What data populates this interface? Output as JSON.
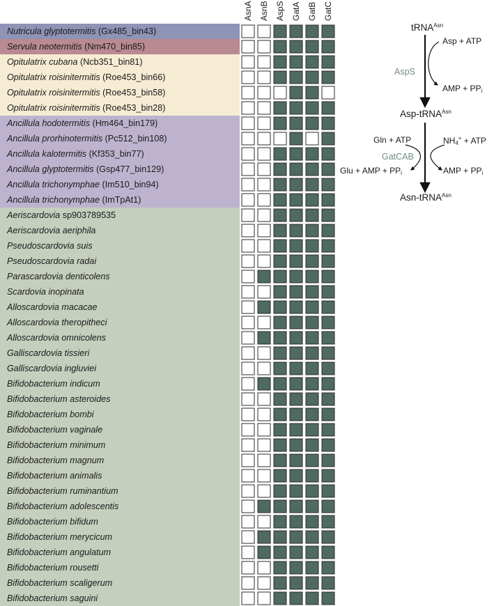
{
  "columns": [
    "AsnA",
    "AsnB",
    "AspS",
    "GatA",
    "GatB",
    "GatC"
  ],
  "colors": {
    "present": "#4f6a60",
    "absent": "#ffffff",
    "group_nutricula": "#8f93b6",
    "group_servula": "#b98a91",
    "group_opitulatrix": "#f6ecd4",
    "group_ancillula": "#bdb3cf",
    "group_bifido": "#c5cfbd"
  },
  "organisms": [
    {
      "genus": "Nutricula glyptotermitis",
      "strain": " (Gx485_bin43)",
      "group": "group_nutricula",
      "genes": [
        0,
        0,
        1,
        1,
        1,
        1
      ]
    },
    {
      "genus": "Servula neotermitis",
      "strain": " (Nm470_bin85)",
      "group": "group_servula",
      "genes": [
        0,
        0,
        1,
        1,
        1,
        1
      ]
    },
    {
      "genus": "Opitulatrix cubana",
      "strain": " (Ncb351_bin81)",
      "group": "group_opitulatrix",
      "genes": [
        0,
        0,
        1,
        1,
        1,
        1
      ]
    },
    {
      "genus": "Opitulatrix roisinitermitis",
      "strain": " (Roe453_bin66)",
      "group": "group_opitulatrix",
      "genes": [
        0,
        0,
        1,
        1,
        1,
        1
      ]
    },
    {
      "genus": "Opitulatrix roisinitermitis",
      "strain": " (Roe453_bin58)",
      "group": "group_opitulatrix",
      "genes": [
        0,
        0,
        0,
        1,
        1,
        0
      ]
    },
    {
      "genus": "Opitulatrix roisinitermitis",
      "strain": " (Roe453_bin28)",
      "group": "group_opitulatrix",
      "genes": [
        0,
        0,
        1,
        1,
        1,
        1
      ]
    },
    {
      "genus": "Ancillula hodotermitis",
      "strain": " (Hm464_bin179)",
      "group": "group_ancillula",
      "genes": [
        0,
        0,
        1,
        1,
        1,
        1
      ]
    },
    {
      "genus": "Ancillula prorhinotermitis",
      "strain": " (Pc512_bin108)",
      "group": "group_ancillula",
      "genes": [
        0,
        0,
        0,
        1,
        0,
        1
      ]
    },
    {
      "genus": "Ancillula kalotermitis",
      "strain": " (Kf353_bin77)",
      "group": "group_ancillula",
      "genes": [
        0,
        0,
        1,
        1,
        1,
        1
      ]
    },
    {
      "genus": "Ancillula glyptotermitis",
      "strain": " (Gsp477_bin129)",
      "group": "group_ancillula",
      "genes": [
        0,
        0,
        1,
        1,
        1,
        1
      ]
    },
    {
      "genus": "Ancillula trichonymphae",
      "strain": " (Im510_bin94)",
      "group": "group_ancillula",
      "genes": [
        0,
        0,
        1,
        1,
        1,
        1
      ]
    },
    {
      "genus": "Ancillula trichonymphae",
      "strain": " (ImTpAt1)",
      "group": "group_ancillula",
      "genes": [
        0,
        0,
        1,
        1,
        1,
        1
      ]
    },
    {
      "genus": "Aeriscardovia",
      "strain": " sp903789535",
      "group": "group_bifido",
      "genes": [
        0,
        0,
        1,
        1,
        1,
        1
      ]
    },
    {
      "genus": "Aeriscardovia aeriphila",
      "strain": "",
      "group": "group_bifido",
      "genes": [
        0,
        0,
        1,
        1,
        1,
        1
      ]
    },
    {
      "genus": "Pseudoscardovia suis",
      "strain": "",
      "group": "group_bifido",
      "genes": [
        0,
        0,
        1,
        1,
        1,
        1
      ]
    },
    {
      "genus": "Pseudoscardovia radai",
      "strain": "",
      "group": "group_bifido",
      "genes": [
        0,
        0,
        1,
        1,
        1,
        1
      ]
    },
    {
      "genus": "Parascardovia denticolens",
      "strain": "",
      "group": "group_bifido",
      "genes": [
        0,
        1,
        1,
        1,
        1,
        1
      ]
    },
    {
      "genus": "Scardovia inopinata",
      "strain": "",
      "group": "group_bifido",
      "genes": [
        0,
        0,
        1,
        1,
        1,
        1
      ]
    },
    {
      "genus": "Alloscardovia macacae",
      "strain": "",
      "group": "group_bifido",
      "genes": [
        0,
        1,
        1,
        1,
        1,
        1
      ]
    },
    {
      "genus": "Alloscardovia theropitheci",
      "strain": "",
      "group": "group_bifido",
      "genes": [
        0,
        0,
        1,
        1,
        1,
        1
      ]
    },
    {
      "genus": "Alloscardovia omnicolens",
      "strain": "",
      "group": "group_bifido",
      "genes": [
        0,
        1,
        1,
        1,
        1,
        1
      ]
    },
    {
      "genus": "Galliscardovia tissieri",
      "strain": "",
      "group": "group_bifido",
      "genes": [
        0,
        0,
        1,
        1,
        1,
        1
      ]
    },
    {
      "genus": "Galliscardovia ingluviei",
      "strain": "",
      "group": "group_bifido",
      "genes": [
        0,
        0,
        1,
        1,
        1,
        1
      ]
    },
    {
      "genus": "Bifidobacterium indicum",
      "strain": "",
      "group": "group_bifido",
      "genes": [
        0,
        1,
        1,
        1,
        1,
        1
      ]
    },
    {
      "genus": "Bifidobacterium asteroides",
      "strain": "",
      "group": "group_bifido",
      "genes": [
        0,
        0,
        1,
        1,
        1,
        1
      ]
    },
    {
      "genus": "Bifidobacterium bombi",
      "strain": "",
      "group": "group_bifido",
      "genes": [
        0,
        0,
        1,
        1,
        1,
        1
      ]
    },
    {
      "genus": "Bifidobacterium vaginale",
      "strain": "",
      "group": "group_bifido",
      "genes": [
        0,
        0,
        1,
        1,
        1,
        1
      ]
    },
    {
      "genus": "Bifidobacterium minimum",
      "strain": "",
      "group": "group_bifido",
      "genes": [
        0,
        0,
        1,
        1,
        1,
        1
      ]
    },
    {
      "genus": "Bifidobacterium magnum",
      "strain": "",
      "group": "group_bifido",
      "genes": [
        0,
        0,
        1,
        1,
        1,
        1
      ]
    },
    {
      "genus": "Bifidobacterium animalis",
      "strain": "",
      "group": "group_bifido",
      "genes": [
        0,
        0,
        1,
        1,
        1,
        1
      ]
    },
    {
      "genus": "Bifidobacterium ruminantium",
      "strain": "",
      "group": "group_bifido",
      "genes": [
        0,
        0,
        1,
        1,
        1,
        1
      ]
    },
    {
      "genus": "Bifidobacterium adolescentis",
      "strain": "",
      "group": "group_bifido",
      "genes": [
        0,
        1,
        1,
        1,
        1,
        1
      ]
    },
    {
      "genus": "Bifidobacterium bifidum",
      "strain": "",
      "group": "group_bifido",
      "genes": [
        0,
        0,
        1,
        1,
        1,
        1
      ]
    },
    {
      "genus": "Bifidobacterium merycicum",
      "strain": "",
      "group": "group_bifido",
      "genes": [
        0,
        1,
        1,
        1,
        1,
        1
      ]
    },
    {
      "genus": "Bifidobacterium angulatum",
      "strain": "",
      "group": "group_bifido",
      "genes": [
        0,
        1,
        1,
        1,
        1,
        1
      ]
    },
    {
      "genus": "Bifidobacterium rousetti",
      "strain": "",
      "group": "group_bifido",
      "genes": [
        0,
        0,
        1,
        1,
        1,
        1
      ]
    },
    {
      "genus": "Bifidobacterium scaligerum",
      "strain": "",
      "group": "group_bifido",
      "genes": [
        0,
        0,
        1,
        1,
        1,
        1
      ]
    },
    {
      "genus": "Bifidobacterium saguini",
      "strain": "",
      "group": "group_bifido",
      "genes": [
        0,
        0,
        1,
        1,
        1,
        1
      ]
    }
  ],
  "pathway": {
    "t1": "tRNA",
    "s1": "Asn",
    "aspS_in": "Asp + ATP",
    "aspS_enzyme": "AspS",
    "aspS_out": "AMP + PP",
    "aspS_out_sub": "i",
    "t2": "Asp-tRNA",
    "s2": "Asn",
    "gat_in_left": "Gln + ATP",
    "gat_in_right": "NH",
    "gat_in_right_sub": "4",
    "gat_in_right_sup": "+",
    "gat_in_right_tail": " + ATP",
    "gat_enzyme": "GatCAB",
    "gat_out_left": "Glu + AMP + PP",
    "gat_out_left_sub": "i",
    "gat_out_right": "AMP + PP",
    "gat_out_right_sub": "i",
    "t3": "Asn-tRNA",
    "s3": "Asn"
  }
}
